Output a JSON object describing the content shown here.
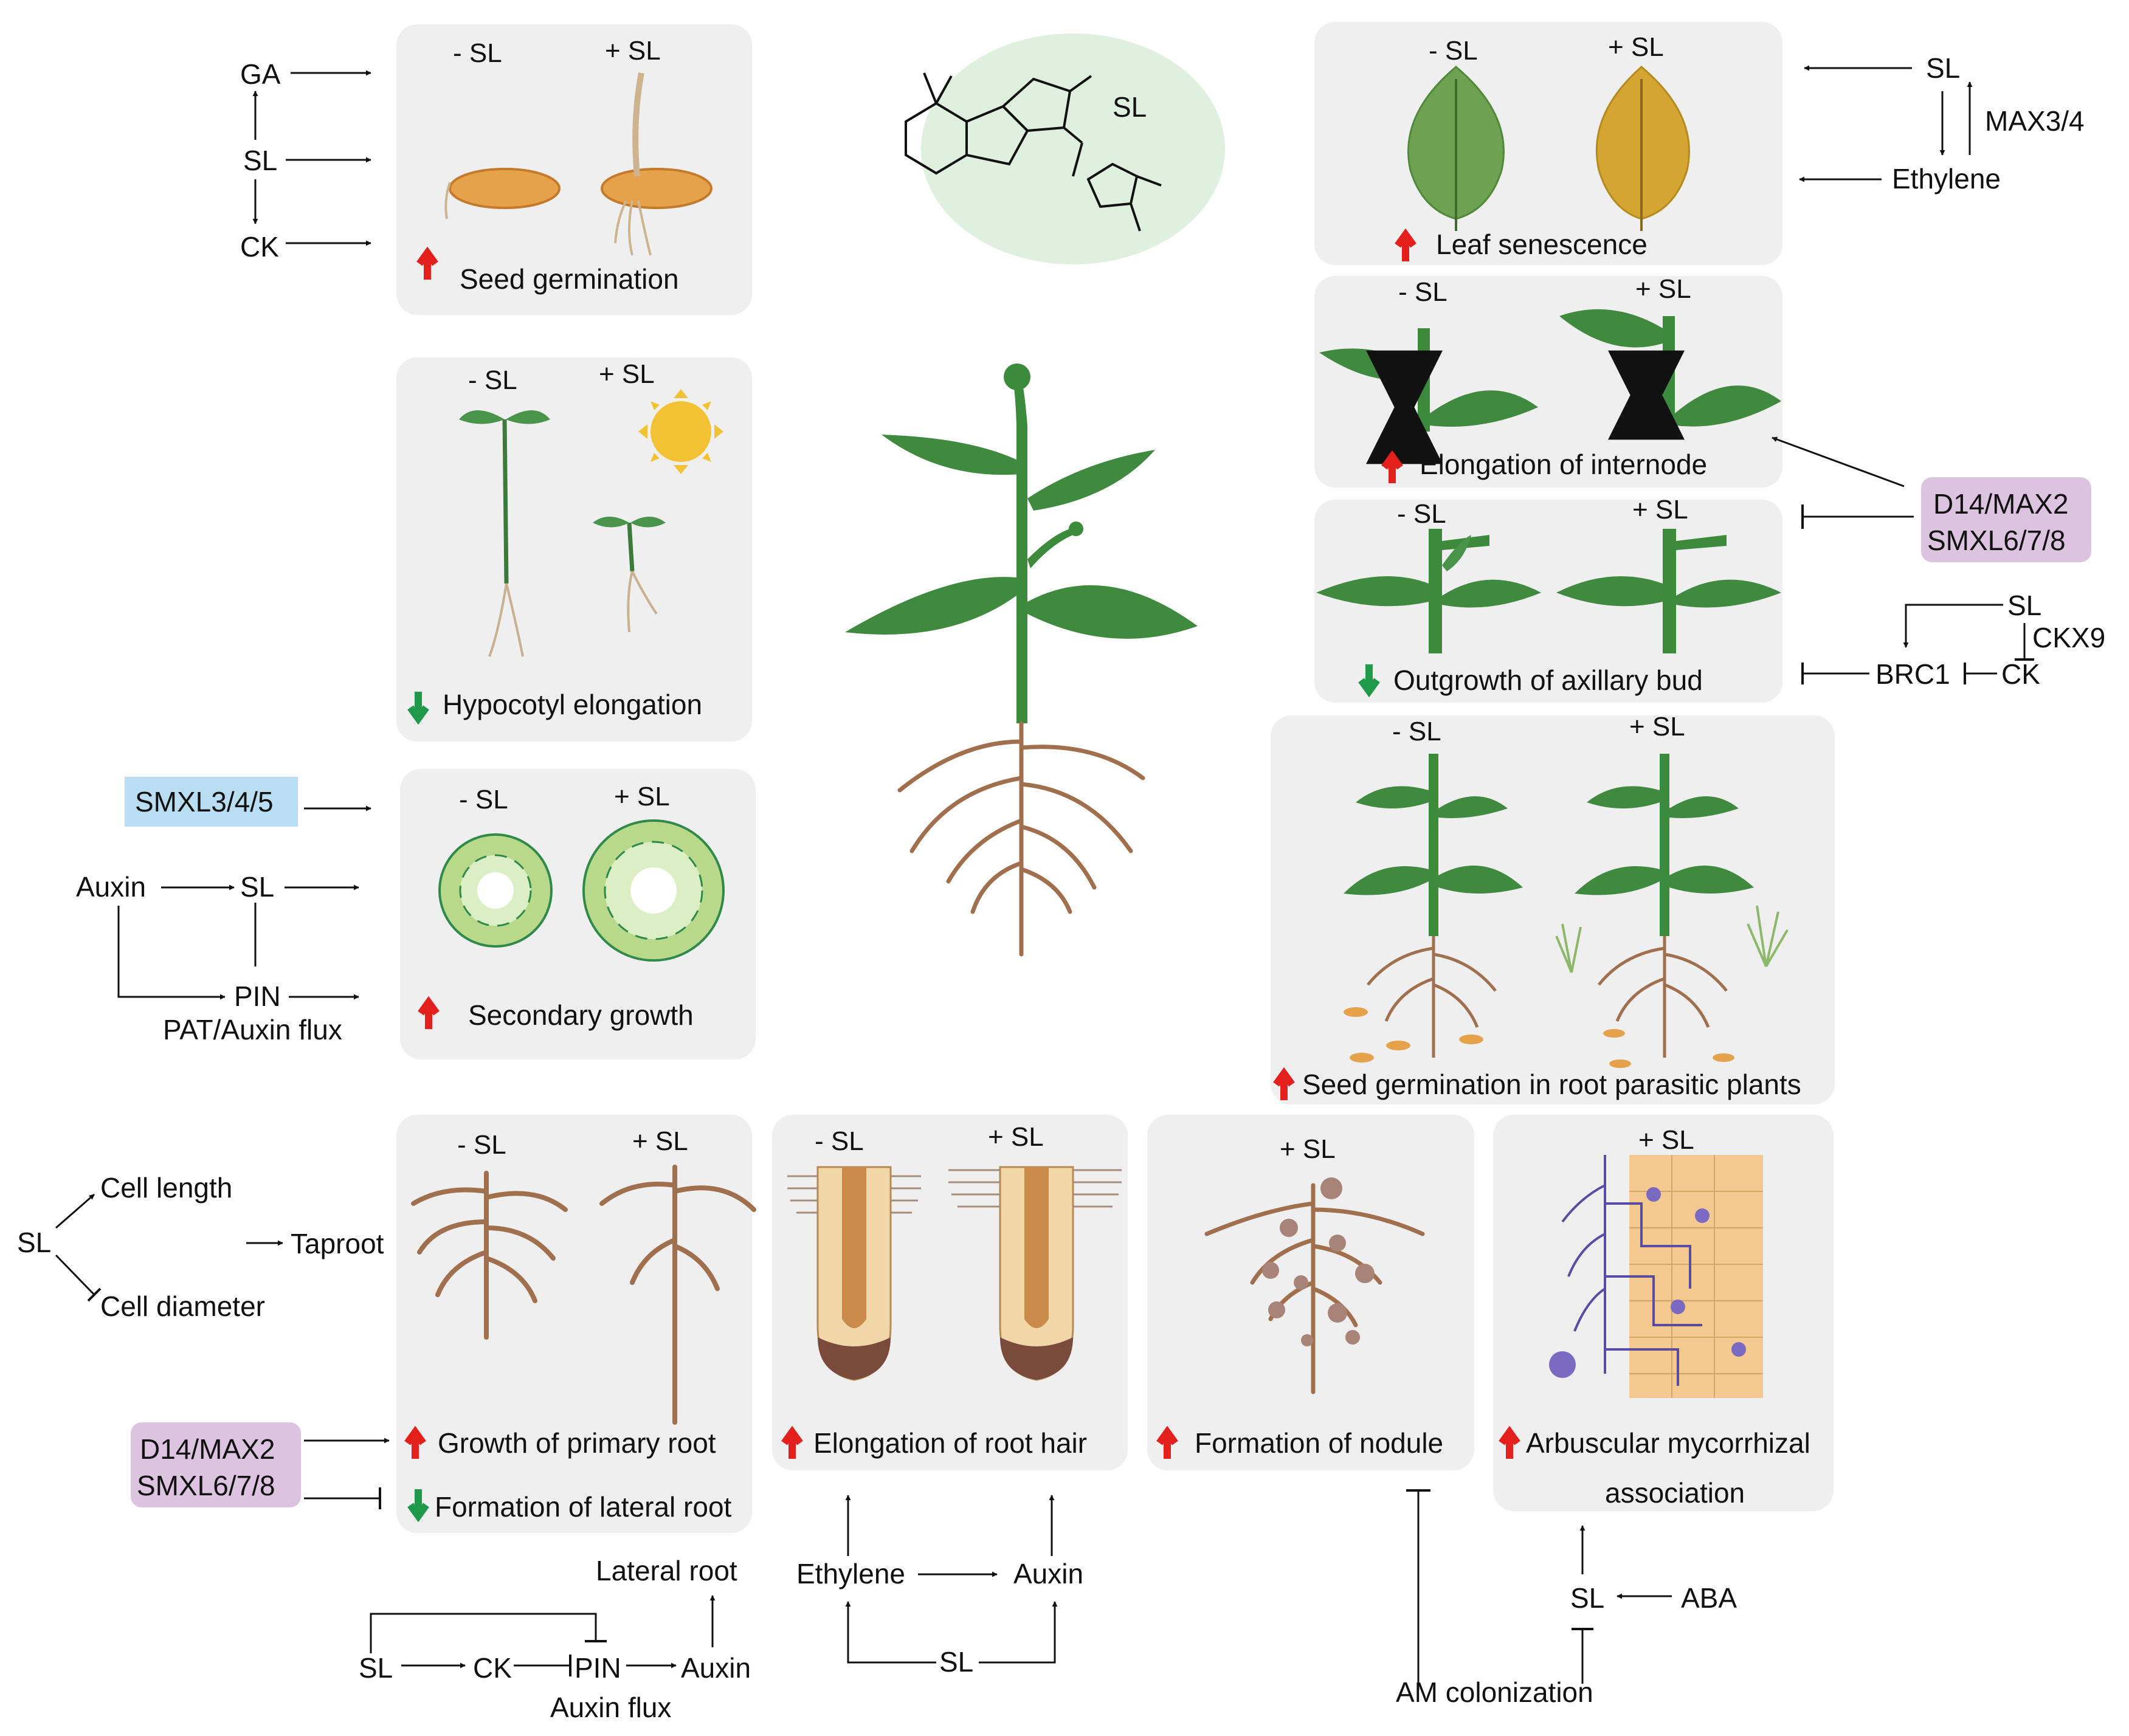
{
  "chemical_label": "SL",
  "condition_minus": "- SL",
  "condition_plus": "+ SL",
  "panels": {
    "seed_germination": "Seed germination",
    "hypocotyl": "Hypocotyl elongation",
    "secondary_growth": "Secondary growth",
    "leaf_senescence": "Leaf senescence",
    "internode": "Elongation of internode",
    "axillary_bud": "Outgrowth of axillary bud",
    "parasitic": "Seed germination in root parasitic plants",
    "primary_root": "Growth of primary root",
    "lateral_root": "Formation of lateral root",
    "root_hair": "Elongation of root hair",
    "nodule": "Formation of nodule",
    "am_line1": "Arbuscular mycorrhizal",
    "am_line2": "association"
  },
  "regulators": {
    "ga": "GA",
    "sl": "SL",
    "ck": "CK",
    "max34": "MAX3/4",
    "ethylene": "Ethylene",
    "d14_line1": "D14/MAX2",
    "d14_line2": "SMXL6/7/8",
    "ckx9": "CKX9",
    "brc1": "BRC1",
    "smxl345": "SMXL3/4/5",
    "auxin": "Auxin",
    "pin": "PIN",
    "pat": "PAT/Auxin flux",
    "cell_length": "Cell length",
    "cell_diameter": "Cell diameter",
    "taproot": "Taproot",
    "lateral_root_label": "Lateral root",
    "auxin_flux": "Auxin flux",
    "aba": "ABA",
    "am_colonization": "AM colonization"
  },
  "colors": {
    "panel_bg": "#f0efef",
    "up_arrow": "#e3201b",
    "down_arrow": "#1e9a4a",
    "leaf_green": "#3f8a3f",
    "root_brown": "#a0704e",
    "purple_box": "#dcc3df",
    "blue_box": "#b9def3",
    "chem_bg": "#dff0df"
  }
}
